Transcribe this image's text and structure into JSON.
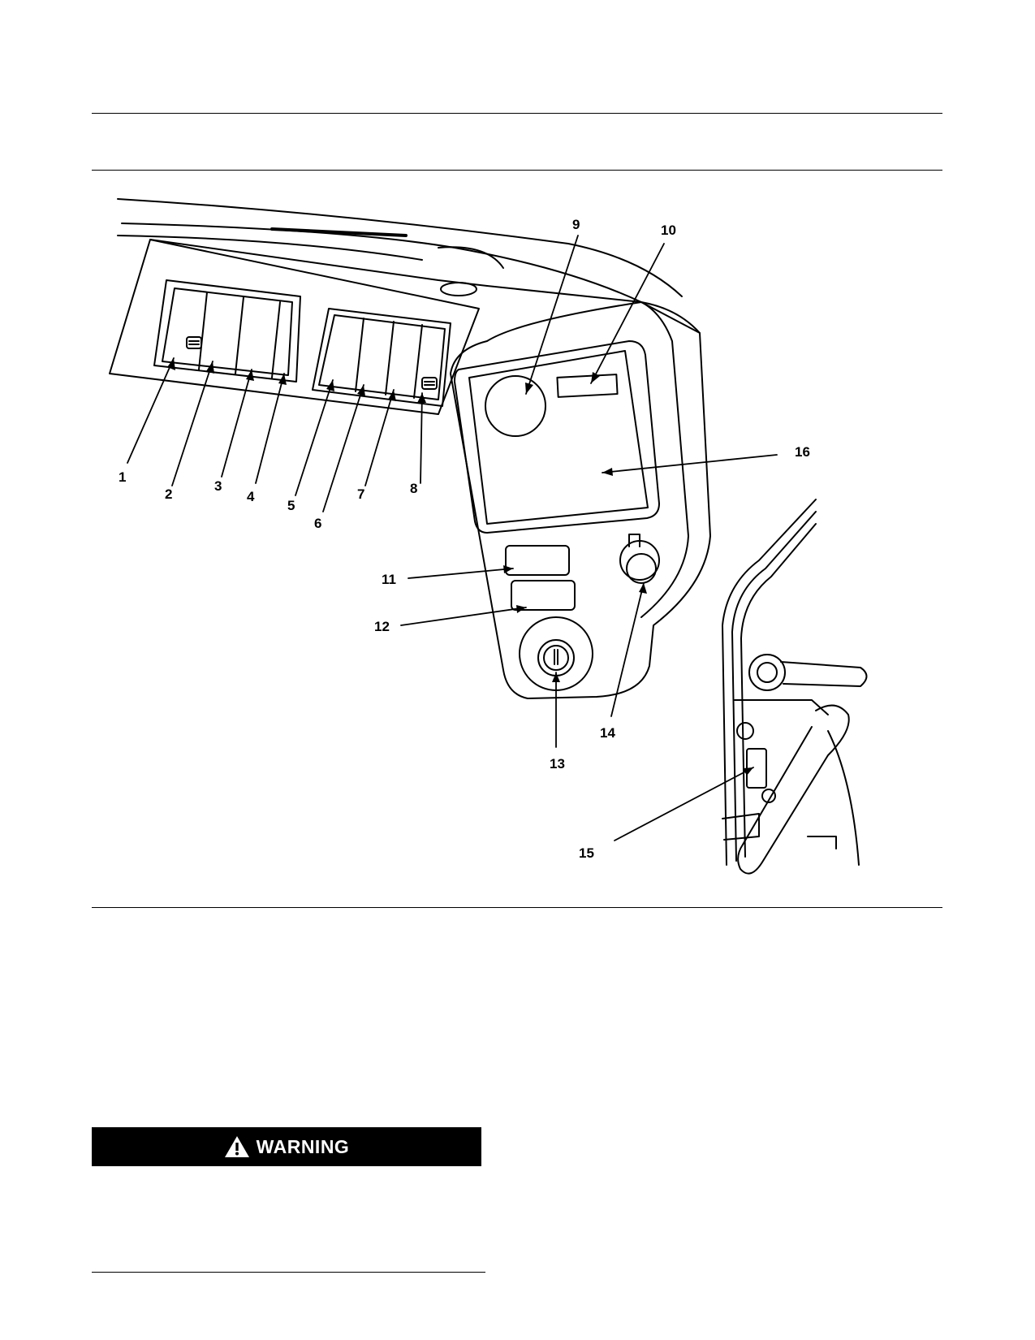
{
  "figure": {
    "callouts": [
      "1",
      "2",
      "3",
      "4",
      "5",
      "6",
      "7",
      "8",
      "9",
      "10",
      "11",
      "12",
      "13",
      "14",
      "15",
      "16"
    ]
  },
  "warning": {
    "label": "WARNING",
    "icon": "warning-triangle-icon"
  }
}
